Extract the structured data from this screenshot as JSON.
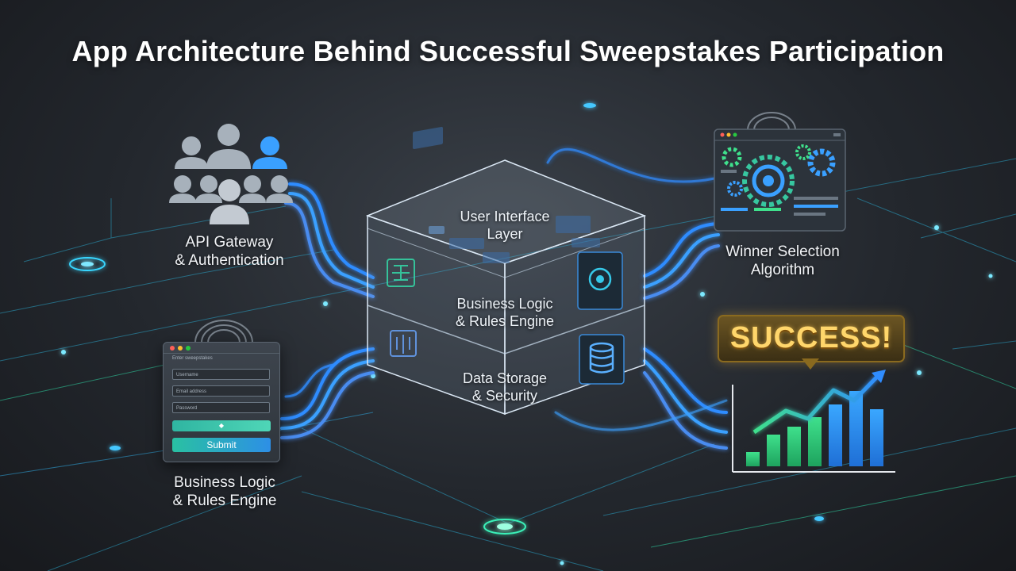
{
  "title": "App Architecture Behind Successful Sweepstakes Participation",
  "cube": {
    "layers": [
      {
        "line1": "User Interface",
        "line2": "Layer"
      },
      {
        "line1": "Business Logic",
        "line2": "& Rules Engine"
      },
      {
        "line1": "Data Storage",
        "line2": "& Security"
      }
    ]
  },
  "nodes": {
    "users": {
      "line1": "API Gateway",
      "line2": "& Authentication",
      "icon": "users-group-icon"
    },
    "form": {
      "line1": "Business Logic",
      "line2": "& Rules Engine",
      "icon": "login-form-window"
    },
    "algorithm": {
      "line1": "Winner Selection",
      "line2": "Algorithm",
      "icon": "gears-dashboard-icon"
    }
  },
  "form": {
    "heading": "Enter sweepstakes",
    "fields": [
      "Username",
      "Email address",
      "Password"
    ],
    "submit_label": "Submit"
  },
  "success": {
    "label": "SUCCESS!"
  },
  "colors": {
    "accent_blue": "#2f8cff",
    "accent_green": "#36d399",
    "gold": "#ffd66b"
  }
}
